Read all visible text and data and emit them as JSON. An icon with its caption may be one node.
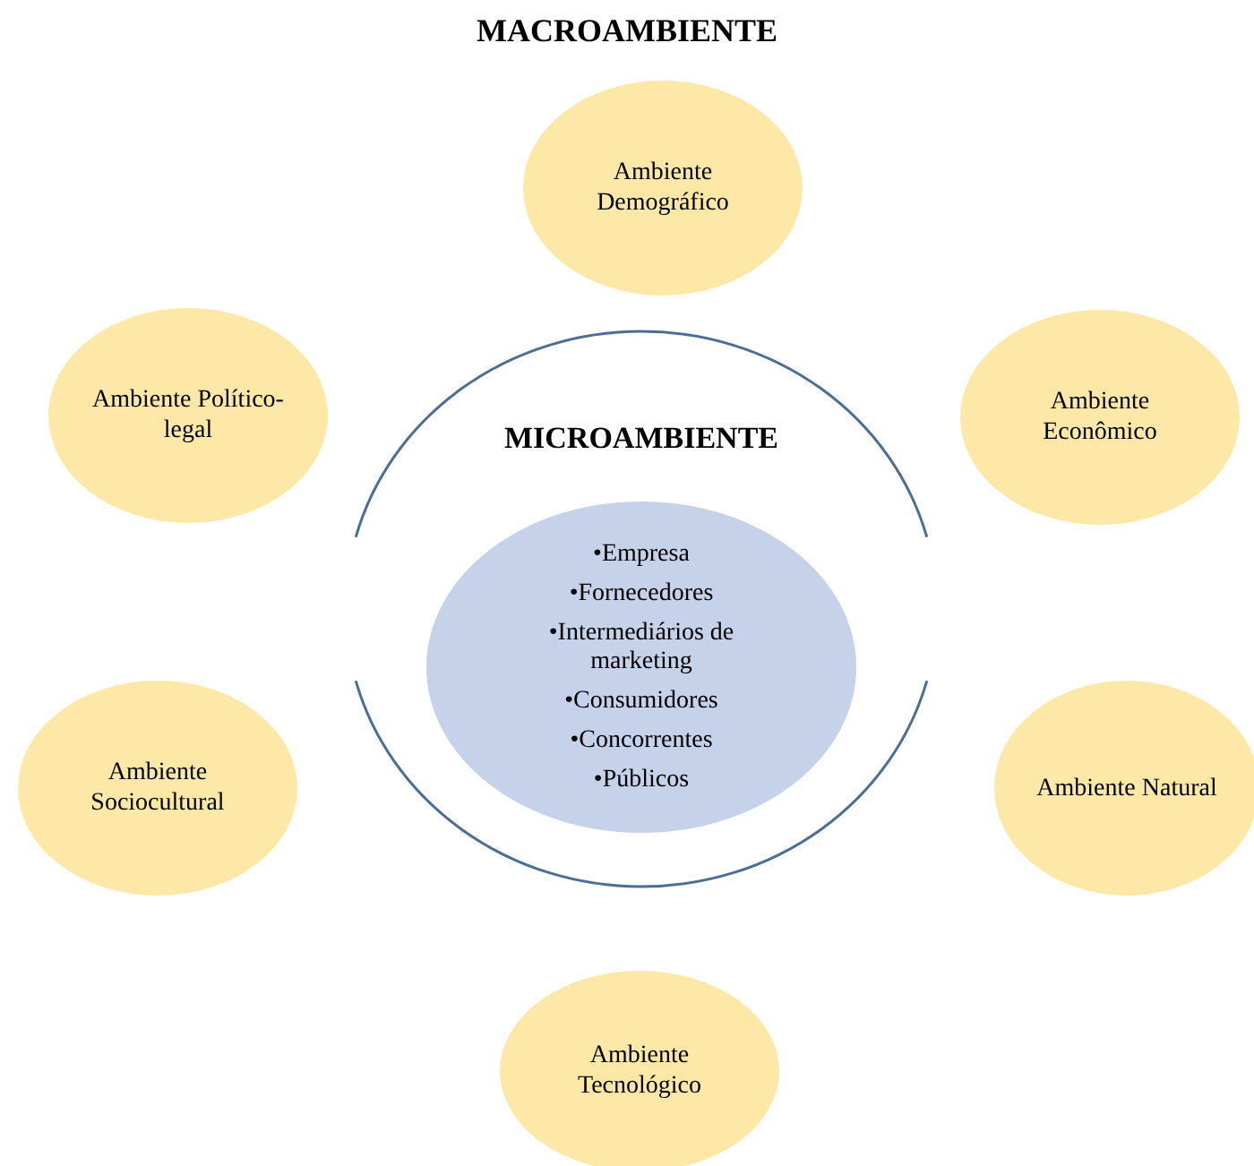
{
  "diagram": {
    "title": "MACROAMBIENTE",
    "nodes": [
      {
        "text": [
          "Ambiente Demográfico"
        ]
      },
      {
        "text": [
          "Ambiente Político-legal"
        ]
      },
      {
        "text": [
          "Ambiente Econômico"
        ]
      },
      {
        "text": [
          "MICROAMBIENTE"
        ]
      },
      {
        "text": [
          "•Empresa",
          "•Fornecedores",
          "•Intermediários de marketing",
          "•Consumidores",
          "•Concorrentes",
          "•Públicos"
        ],
        "in": 3
      },
      {
        "text": [
          "Ambiente Sociocultural"
        ]
      },
      {
        "text": [
          "Ambiente Natural"
        ]
      },
      {
        "text": [
          "Ambiente Tecnológico"
        ]
      }
    ]
  }
}
